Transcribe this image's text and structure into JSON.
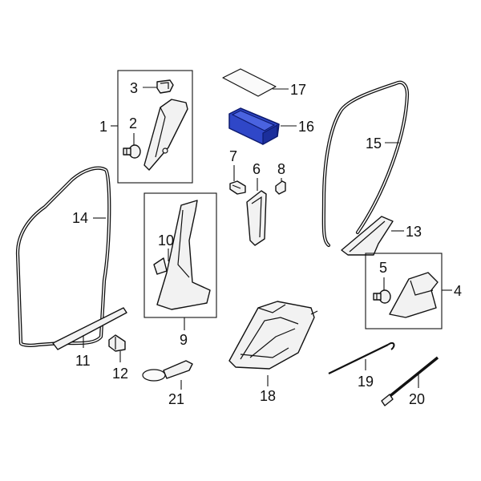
{
  "highlight_color": "#2f47c8",
  "callouts": {
    "c1": "1",
    "c2": "2",
    "c3": "3",
    "c4": "4",
    "c5": "5",
    "c6": "6",
    "c7": "7",
    "c8": "8",
    "c9": "9",
    "c10": "10",
    "c11": "11",
    "c12": "12",
    "c13": "13",
    "c14": "14",
    "c15": "15",
    "c16": "16",
    "c17": "17",
    "c18": "18",
    "c19": "19",
    "c20": "20",
    "c21": "21"
  },
  "highlighted_part": "16"
}
